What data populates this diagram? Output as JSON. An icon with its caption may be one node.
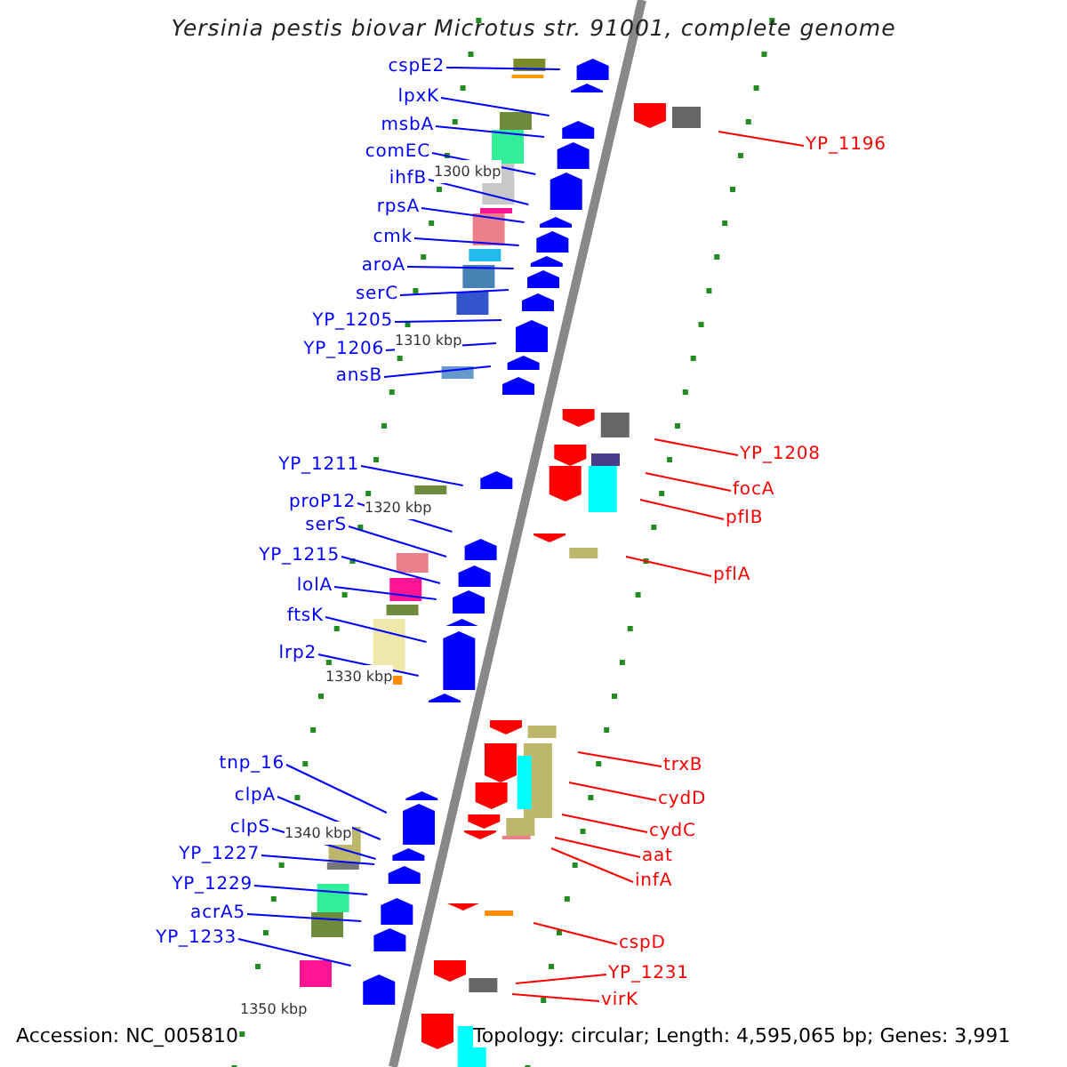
{
  "diagram": {
    "title": "Yersinia pestis biovar Microtus str. 91001, complete genome",
    "nodes": [
      {
        "text": [
          "cspE2"
        ]
      },
      {
        "text": [
          "lpxK"
        ]
      },
      {
        "text": [
          "msbA"
        ]
      },
      {
        "text": [
          "comEC"
        ]
      },
      {
        "text": [
          "ihfB"
        ]
      },
      {
        "text": [
          "rpsA"
        ]
      },
      {
        "text": [
          "cmk"
        ]
      },
      {
        "text": [
          "aroA"
        ]
      },
      {
        "text": [
          "serC"
        ]
      },
      {
        "text": [
          "YP_1205"
        ]
      },
      {
        "text": [
          "YP_1206"
        ]
      },
      {
        "text": [
          "ansB"
        ]
      },
      {
        "text": [
          "YP_1211"
        ]
      },
      {
        "text": [
          "proP12"
        ]
      },
      {
        "text": [
          "serS"
        ]
      },
      {
        "text": [
          "YP_1215"
        ]
      },
      {
        "text": [
          "lolA"
        ]
      },
      {
        "text": [
          "ftsK"
        ]
      },
      {
        "text": [
          "lrp2"
        ]
      },
      {
        "text": [
          "tnp_16"
        ]
      },
      {
        "text": [
          "clpA"
        ]
      },
      {
        "text": [
          "clpS"
        ]
      },
      {
        "text": [
          "YP_1227"
        ]
      },
      {
        "text": [
          "YP_1229"
        ]
      },
      {
        "text": [
          "acrA5"
        ]
      },
      {
        "text": [
          "YP_1233"
        ]
      },
      {
        "text": [
          "YP_1196"
        ]
      },
      {
        "text": [
          "YP_1208"
        ]
      },
      {
        "text": [
          "focA"
        ]
      },
      {
        "text": [
          "pflB"
        ]
      },
      {
        "text": [
          "pflA"
        ]
      },
      {
        "text": [
          "trxB"
        ]
      },
      {
        "text": [
          "cydD"
        ]
      },
      {
        "text": [
          "cydC"
        ]
      },
      {
        "text": [
          "aat"
        ]
      },
      {
        "text": [
          "infA"
        ]
      },
      {
        "text": [
          "cspD"
        ]
      },
      {
        "text": [
          "YP_1231"
        ]
      },
      {
        "text": [
          "virK"
        ]
      }
    ],
    "edges": [
      {
        "from": 0,
        "to": null,
        "arrow": "none"
      },
      {
        "from": 1,
        "to": null,
        "arrow": "none"
      },
      {
        "from": 2,
        "to": null,
        "arrow": "none"
      },
      {
        "from": 3,
        "to": null,
        "arrow": "none"
      },
      {
        "from": 4,
        "to": null,
        "arrow": "none"
      },
      {
        "from": 5,
        "to": null,
        "arrow": "none"
      },
      {
        "from": 6,
        "to": null,
        "arrow": "none"
      },
      {
        "from": 7,
        "to": null,
        "arrow": "none"
      },
      {
        "from": 8,
        "to": null,
        "arrow": "none"
      },
      {
        "from": 9,
        "to": null,
        "arrow": "none"
      },
      {
        "from": 10,
        "to": null,
        "arrow": "none"
      },
      {
        "from": 11,
        "to": null,
        "arrow": "none"
      },
      {
        "from": 12,
        "to": null,
        "arrow": "none"
      },
      {
        "from": 13,
        "to": null,
        "arrow": "none"
      },
      {
        "from": 14,
        "to": null,
        "arrow": "none"
      },
      {
        "from": 15,
        "to": null,
        "arrow": "none"
      },
      {
        "from": 16,
        "to": null,
        "arrow": "none"
      },
      {
        "from": 17,
        "to": null,
        "arrow": "none"
      },
      {
        "from": 18,
        "to": null,
        "arrow": "none"
      },
      {
        "from": 19,
        "to": null,
        "arrow": "none"
      },
      {
        "from": 20,
        "to": null,
        "arrow": "none"
      },
      {
        "from": 21,
        "to": null,
        "arrow": "none"
      },
      {
        "from": 22,
        "to": null,
        "arrow": "none"
      },
      {
        "from": 23,
        "to": null,
        "arrow": "none"
      },
      {
        "from": 24,
        "to": null,
        "arrow": "none"
      },
      {
        "from": 25,
        "to": null,
        "arrow": "none"
      },
      {
        "from": 26,
        "to": null,
        "arrow": "none",
        "color": "#ff0000"
      },
      {
        "from": 27,
        "to": null,
        "arrow": "none",
        "color": "#ff0000"
      },
      {
        "from": 28,
        "to": null,
        "arrow": "none",
        "color": "#ff0000"
      },
      {
        "from": 29,
        "to": null,
        "arrow": "none",
        "color": "#ff0000"
      },
      {
        "from": 30,
        "to": null,
        "arrow": "none",
        "color": "#ff0000"
      },
      {
        "from": 31,
        "to": null,
        "arrow": "none",
        "color": "#ff0000"
      },
      {
        "from": 32,
        "to": null,
        "arrow": "none",
        "color": "#ff0000"
      },
      {
        "from": 33,
        "to": null,
        "arrow": "none",
        "color": "#ff0000"
      },
      {
        "from": 34,
        "to": null,
        "arrow": "none",
        "color": "#ff0000"
      },
      {
        "from": 35,
        "to": null,
        "arrow": "none",
        "color": "#ff0000"
      },
      {
        "from": 36,
        "to": null,
        "arrow": "none",
        "color": "#ff0000"
      },
      {
        "from": 37,
        "to": null,
        "arrow": "none",
        "color": "#ff0000"
      },
      {
        "from": 38,
        "to": null,
        "arrow": "none",
        "color": "#ff0000"
      }
    ],
    "labels": [
      "1300 kbp",
      "1310 kbp",
      "1320 kbp",
      "1330 kbp",
      "1340 kbp",
      "1350 kbp",
      "Accession: NC_005810",
      "Topology: circular; Length: 4,595,065 bp; Genes: 3,991"
    ]
  }
}
